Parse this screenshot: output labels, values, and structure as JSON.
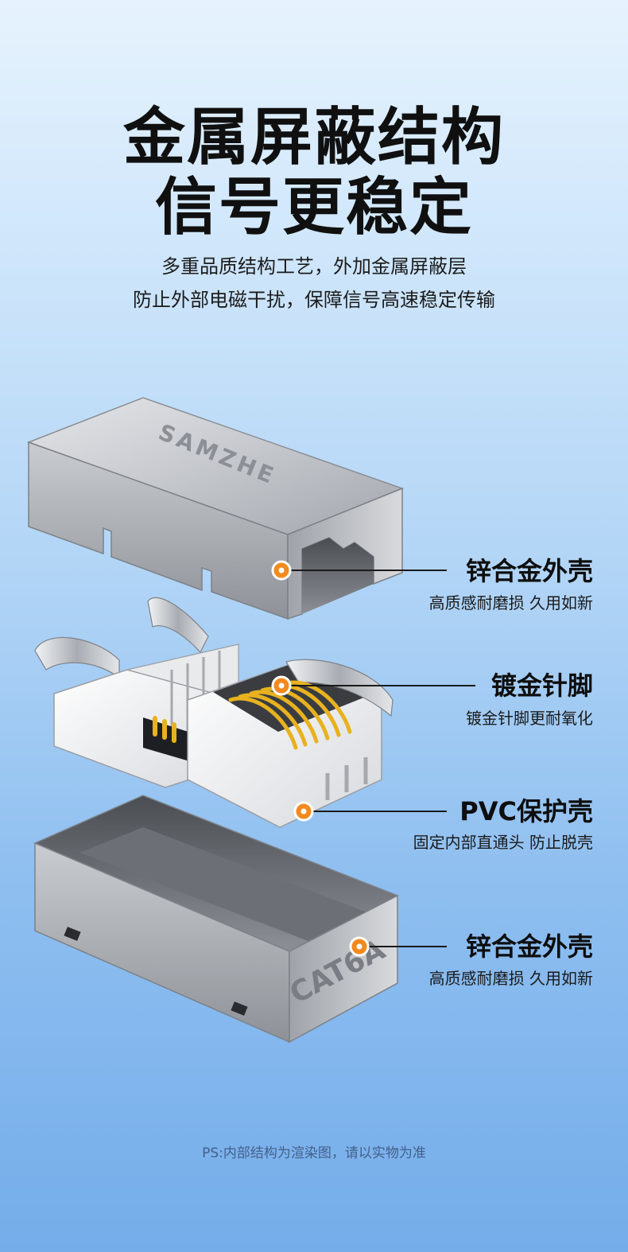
{
  "headline": {
    "line1": "金属屏蔽结构",
    "line2": "信号更稳定"
  },
  "subtitle": {
    "line1": "多重品质结构工艺，外加金属屏蔽层",
    "line2": "防止外部电磁干扰，保障信号高速稳定传输"
  },
  "product": {
    "brand_engraving": "SAMZHE",
    "model_engraving": "CAT6A"
  },
  "callouts": [
    {
      "title": "锌合金外壳",
      "desc": "高质感耐磨损 久用如新"
    },
    {
      "title": "镀金针脚",
      "desc": "镀金针脚更耐氧化"
    },
    {
      "title": "PVC保护壳",
      "desc": "固定内部直通头 防止脱壳"
    },
    {
      "title": "锌合金外壳",
      "desc": "高质感耐磨损 久用如新"
    }
  ],
  "note": "PS:内部结构为渲染图，请以实物为准",
  "colors": {
    "marker": "#f28a1e",
    "pin_gold": "#e8b21f",
    "shell_metal": "#b8bcc2",
    "pvc_white": "#f1f2f4"
  }
}
